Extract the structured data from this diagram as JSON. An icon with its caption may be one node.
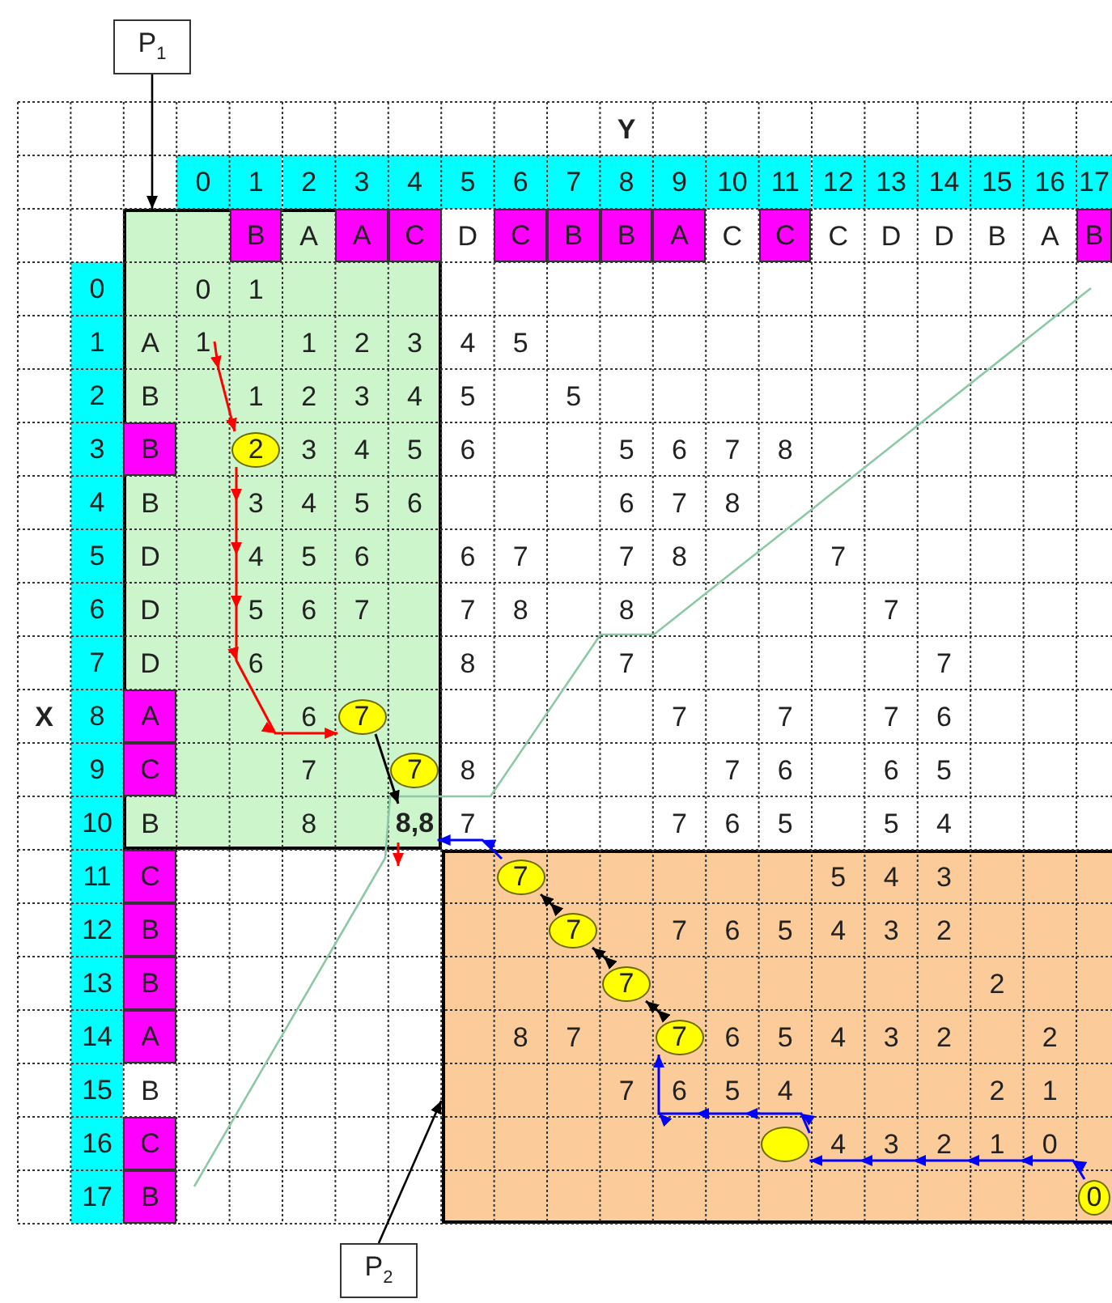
{
  "diagram": {
    "nodes": [
      {
        "text": [
          "P$_{1}$"
        ]
      },
      {
        "text": [],
        "shape": "box"
      },
      {
        "text": [
          "1"
        ],
        "in": 1
      },
      {
        "text": [
          "2"
        ],
        "in": 1
      },
      {
        "text": [
          "7"
        ],
        "in": 1
      },
      {
        "text": [
          "7"
        ],
        "in": 1
      },
      {
        "text": [
          "8,8"
        ],
        "in": 1
      },
      {
        "text": [],
        "shape": "box"
      },
      {
        "text": [
          "7"
        ],
        "in": 7
      },
      {
        "text": [
          "7"
        ],
        "in": 7
      },
      {
        "text": [
          "7"
        ],
        "in": 7
      },
      {
        "text": [
          "7"
        ],
        "in": 7
      },
      {
        "text": [],
        "shape": "ellipse",
        "in": 7
      },
      {
        "text": [
          "0"
        ],
        "in": 7
      },
      {
        "text": [
          "P$_{2}$"
        ]
      }
    ],
    "edges": [
      {
        "from": 0,
        "to": 1,
        "arrow": "to"
      },
      {
        "from": 14,
        "to": 7,
        "arrow": "to"
      },
      {
        "from": 2,
        "to": 3,
        "arrow": "to",
        "color": "#ff0000"
      },
      {
        "from": 3,
        "to": 4,
        "arrow": "to",
        "color": "#ff0000"
      },
      {
        "from": 4,
        "to": 6,
        "arrow": "to"
      },
      {
        "from": 6,
        "to": null,
        "arrow": "to",
        "color": "#ff0000"
      },
      {
        "from": 8,
        "to": 6,
        "arrow": "to",
        "color": "#0000ff"
      },
      {
        "from": 9,
        "to": 8,
        "arrow": "to"
      },
      {
        "from": 10,
        "to": 9,
        "arrow": "to"
      },
      {
        "from": 11,
        "to": 10,
        "arrow": "to"
      },
      {
        "from": 12,
        "to": 11,
        "arrow": "to",
        "color": "#0000ff"
      },
      {
        "from": 13,
        "to": 12,
        "arrow": "to",
        "color": "#0000ff"
      }
    ],
    "labels": [
      "Y",
      "0",
      "1",
      "2",
      "3",
      "4",
      "5",
      "6",
      "7",
      "8",
      "9",
      "10",
      "11",
      "12",
      "13",
      "14",
      "15",
      "16",
      "17",
      "B",
      "A",
      "A",
      "C",
      "D",
      "C",
      "B",
      "B",
      "A",
      "C",
      "C",
      "C",
      "D",
      "D",
      "B",
      "A",
      "B",
      "0",
      "0",
      "1",
      "1",
      "A",
      "1",
      "2",
      "3",
      "4",
      "5",
      "2",
      "B",
      "1",
      "2",
      "3",
      "4",
      "5",
      "5",
      "3",
      "B",
      "3",
      "4",
      "5",
      "6",
      "5",
      "6",
      "7",
      "8",
      "4",
      "B",
      "3",
      "4",
      "5",
      "6",
      "6",
      "7",
      "8",
      "5",
      "D",
      "4",
      "5",
      "6",
      "6",
      "7",
      "7",
      "8",
      "7",
      "6",
      "D",
      "5",
      "6",
      "7",
      "7",
      "8",
      "8",
      "7",
      "7",
      "D",
      "6",
      "8",
      "7",
      "7",
      "X",
      "8",
      "A",
      "6",
      "7",
      "7",
      "7",
      "6",
      "9",
      "C",
      "7",
      "8",
      "7",
      "6",
      "6",
      "5",
      "10",
      "B",
      "8",
      "7",
      "7",
      "6",
      "5",
      "5",
      "4",
      "11",
      "C",
      "5",
      "4",
      "3",
      "12",
      "B",
      "7",
      "6",
      "5",
      "4",
      "3",
      "2",
      "13",
      "B",
      "2",
      "14",
      "A",
      "8",
      "7",
      "6",
      "5",
      "4",
      "3",
      "2",
      "2",
      "15",
      "B",
      "7",
      "6",
      "5",
      "4",
      "2",
      "1",
      "16",
      "C",
      "4",
      "3",
      "2",
      "1",
      "0",
      "17",
      "B"
    ]
  }
}
